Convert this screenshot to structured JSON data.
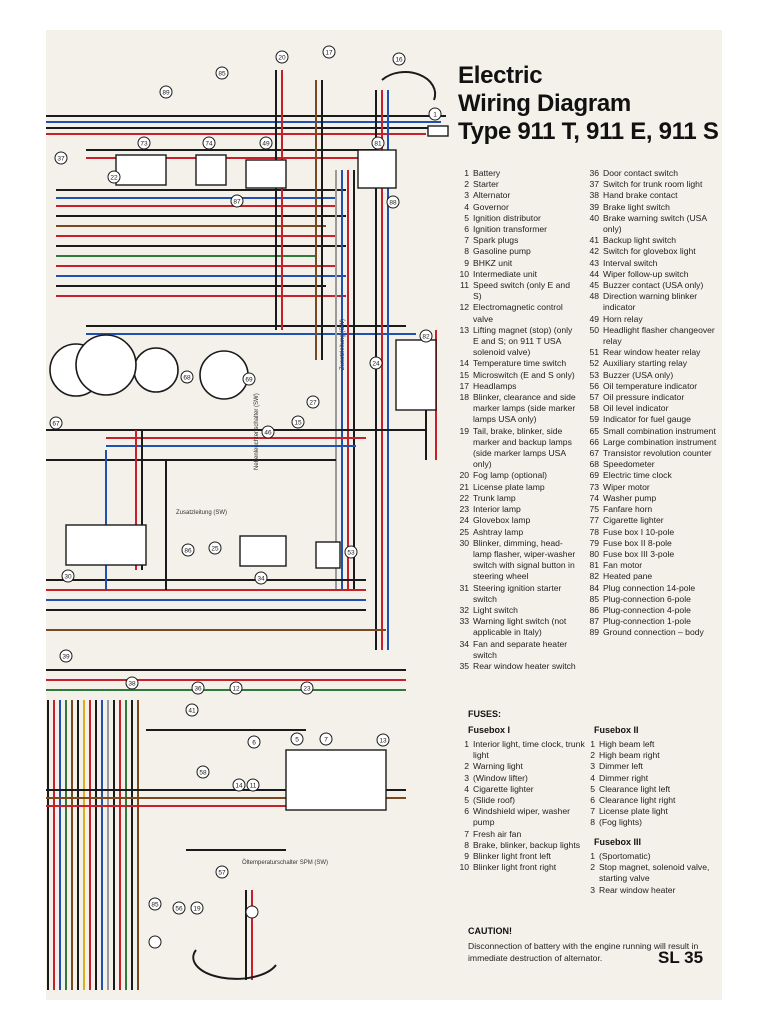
{
  "title": [
    "Electric",
    "Wiring Diagram",
    "Type 911 T, 911 E, 911 S"
  ],
  "components_col1": [
    {
      "n": "1",
      "t": "Battery"
    },
    {
      "n": "2",
      "t": "Starter"
    },
    {
      "n": "3",
      "t": "Alternator"
    },
    {
      "n": "4",
      "t": "Governor"
    },
    {
      "n": "5",
      "t": "Ignition distributor"
    },
    {
      "n": "6",
      "t": "Ignition transformer"
    },
    {
      "n": "7",
      "t": "Spark plugs"
    },
    {
      "n": "8",
      "t": "Gasoline pump"
    },
    {
      "n": "9",
      "t": "BHKZ unit"
    },
    {
      "n": "10",
      "t": "Intermediate unit"
    },
    {
      "n": "11",
      "t": "Speed switch (only E and S)"
    },
    {
      "n": "12",
      "t": "Electromagnetic control valve"
    },
    {
      "n": "13",
      "t": "Lifting magnet (stop) (only E and S; on 911 T USA solenoid valve)"
    },
    {
      "n": "14",
      "t": "Temperature time switch"
    },
    {
      "n": "15",
      "t": "Microswitch (E and S only)"
    },
    {
      "n": "17",
      "t": "Headlamps"
    },
    {
      "n": "18",
      "t": "Blinker, clearance and side marker lamps (side marker lamps USA only)"
    },
    {
      "n": "19",
      "t": "Tail, brake, blinker, side marker and backup lamps (side marker lamps USA only)"
    },
    {
      "n": "20",
      "t": "Fog lamp (optional)"
    },
    {
      "n": "21",
      "t": "License plate lamp"
    },
    {
      "n": "22",
      "t": "Trunk lamp"
    },
    {
      "n": "23",
      "t": "Interior lamp"
    },
    {
      "n": "24",
      "t": "Glovebox lamp"
    },
    {
      "n": "25",
      "t": "Ashtray lamp"
    },
    {
      "n": "30",
      "t": "Blinker, dimming, head-lamp flasher, wiper-washer switch with signal button in steering wheel"
    },
    {
      "n": "31",
      "t": "Steering ignition starter switch"
    },
    {
      "n": "32",
      "t": "Light switch"
    },
    {
      "n": "33",
      "t": "Warning light switch (not applicable in Italy)"
    },
    {
      "n": "34",
      "t": "Fan and separate heater switch"
    },
    {
      "n": "35",
      "t": "Rear window heater switch"
    }
  ],
  "components_col2": [
    {
      "n": "36",
      "t": "Door contact switch"
    },
    {
      "n": "37",
      "t": "Switch for trunk room light"
    },
    {
      "n": "38",
      "t": "Hand brake contact"
    },
    {
      "n": "39",
      "t": "Brake light switch"
    },
    {
      "n": "40",
      "t": "Brake warning switch (USA only)"
    },
    {
      "n": "41",
      "t": "Backup light switch"
    },
    {
      "n": "42",
      "t": "Switch for glovebox light"
    },
    {
      "n": "43",
      "t": "Interval switch"
    },
    {
      "n": "44",
      "t": "Wiper follow-up switch"
    },
    {
      "n": "45",
      "t": "Buzzer contact (USA only)"
    },
    {
      "n": "48",
      "t": "Direction warning blinker indicator"
    },
    {
      "n": "49",
      "t": "Horn relay"
    },
    {
      "n": "50",
      "t": "Headlight flasher changeover relay"
    },
    {
      "n": "51",
      "t": "Rear window heater relay"
    },
    {
      "n": "52",
      "t": "Auxiliary starting relay"
    },
    {
      "n": "53",
      "t": "Buzzer (USA only)"
    },
    {
      "n": "56",
      "t": "Oil temperature indicator"
    },
    {
      "n": "57",
      "t": "Oil pressure indicator"
    },
    {
      "n": "58",
      "t": "Oil level indicator"
    },
    {
      "n": "59",
      "t": "Indicator for fuel gauge"
    },
    {
      "n": "65",
      "t": "Small combination instrument"
    },
    {
      "n": "66",
      "t": "Large combination instrument"
    },
    {
      "n": "67",
      "t": "Transistor revolution counter"
    },
    {
      "n": "68",
      "t": "Speedometer"
    },
    {
      "n": "69",
      "t": "Electric time clock"
    },
    {
      "n": "73",
      "t": "Wiper motor"
    },
    {
      "n": "74",
      "t": "Washer pump"
    },
    {
      "n": "75",
      "t": "Fanfare horn"
    },
    {
      "n": "77",
      "t": "Cigarette lighter"
    },
    {
      "n": "78",
      "t": "Fuse box I 10-pole"
    },
    {
      "n": "79",
      "t": "Fuse box II 8-pole"
    },
    {
      "n": "80",
      "t": "Fuse box III 3-pole"
    },
    {
      "n": "81",
      "t": "Fan motor"
    },
    {
      "n": "82",
      "t": "Heated pane"
    },
    {
      "n": "84",
      "t": "Plug connection 14-pole"
    },
    {
      "n": "85",
      "t": "Plug-connection 6-pole"
    },
    {
      "n": "86",
      "t": "Plug-connection 4-pole"
    },
    {
      "n": "87",
      "t": "Plug-connection 1-pole"
    },
    {
      "n": "89",
      "t": "Ground connection – body"
    }
  ],
  "fuses_heading": "FUSES:",
  "fusebox1": {
    "heading": "Fusebox I",
    "items": [
      {
        "n": "1",
        "t": "Interior light, time clock, trunk light"
      },
      {
        "n": "2",
        "t": "Warning light"
      },
      {
        "n": "3",
        "t": "(Window lifter)"
      },
      {
        "n": "4",
        "t": "Cigarette lighter"
      },
      {
        "n": "5",
        "t": "(Slide roof)"
      },
      {
        "n": "6",
        "t": "Windshield wiper, washer pump"
      },
      {
        "n": "7",
        "t": "Fresh air fan"
      },
      {
        "n": "8",
        "t": "Brake, blinker, backup lights"
      },
      {
        "n": "9",
        "t": "Blinker light front left"
      },
      {
        "n": "10",
        "t": "Blinker light front right"
      }
    ]
  },
  "fusebox2": {
    "heading": "Fusebox II",
    "items": [
      {
        "n": "1",
        "t": "High beam left"
      },
      {
        "n": "2",
        "t": "High beam right"
      },
      {
        "n": "3",
        "t": "Dimmer left"
      },
      {
        "n": "4",
        "t": "Dimmer right"
      },
      {
        "n": "5",
        "t": "Clearance light left"
      },
      {
        "n": "6",
        "t": "Clearance light right"
      },
      {
        "n": "7",
        "t": "License plate light"
      },
      {
        "n": "8",
        "t": "(Fog lights)"
      }
    ]
  },
  "fusebox3": {
    "heading": "Fusebox III",
    "items": [
      {
        "n": "1",
        "t": "(Sportomatic)"
      },
      {
        "n": "2",
        "t": "Stop magnet, solenoid valve, starting valve"
      },
      {
        "n": "3",
        "t": "Rear window heater"
      }
    ]
  },
  "caution": {
    "heading": "CAUTION!",
    "text": "Disconnection of battery with the engine running will result in immediate destruction of alternator."
  },
  "sheet_number": "SL 35",
  "diagram_labels": {
    "callouts": [
      "20",
      "17",
      "16",
      "85",
      "89",
      "1",
      "73",
      "74",
      "49",
      "81",
      "37",
      "22",
      "87",
      "88",
      "67",
      "68",
      "69",
      "24",
      "82",
      "46",
      "15",
      "27",
      "86",
      "25",
      "53",
      "34",
      "30",
      "39",
      "38",
      "23",
      "36",
      "12",
      "41",
      "6",
      "5",
      "7",
      "13",
      "14",
      "11",
      "58",
      "57",
      "56",
      "19",
      "85"
    ],
    "side_text_a": "Nebenleuchtenschalter (SW)",
    "side_text_b": "Zusatzleitung (SW)",
    "side_text_c": "Zusatzleitung (SW)",
    "side_text_d": "Öltemperaturschalter SPM (SW)"
  },
  "colors": {
    "paper": "#f4f1ea",
    "black": "#1a1a1a",
    "red": "#c8202a",
    "blue": "#2050b0",
    "brown": "#7a4a1e",
    "green": "#2f7a3a",
    "yellow": "#d8b020",
    "grey": "#9a9a9a",
    "white": "#ffffff"
  }
}
